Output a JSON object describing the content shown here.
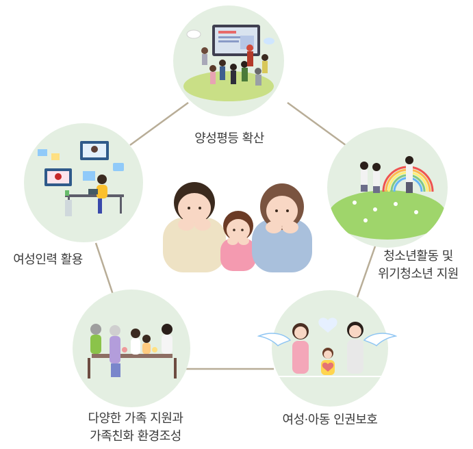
{
  "nodes": [
    {
      "id": "top",
      "lines": [
        "양성평등 확산"
      ]
    },
    {
      "id": "right",
      "lines": [
        "청소년활동 및",
        "위기청소년 지원"
      ]
    },
    {
      "id": "bottom-right",
      "lines": [
        "여성·아동 인권보호"
      ]
    },
    {
      "id": "bottom-left",
      "lines": [
        "다양한 가족 지원과",
        "가족친화 환경조성"
      ]
    },
    {
      "id": "left",
      "lines": [
        "여성인력 활용"
      ]
    }
  ],
  "colors": {
    "circle_fill": "#e4efe2",
    "connector": "#b8ad97",
    "text": "#3a3a3a"
  }
}
